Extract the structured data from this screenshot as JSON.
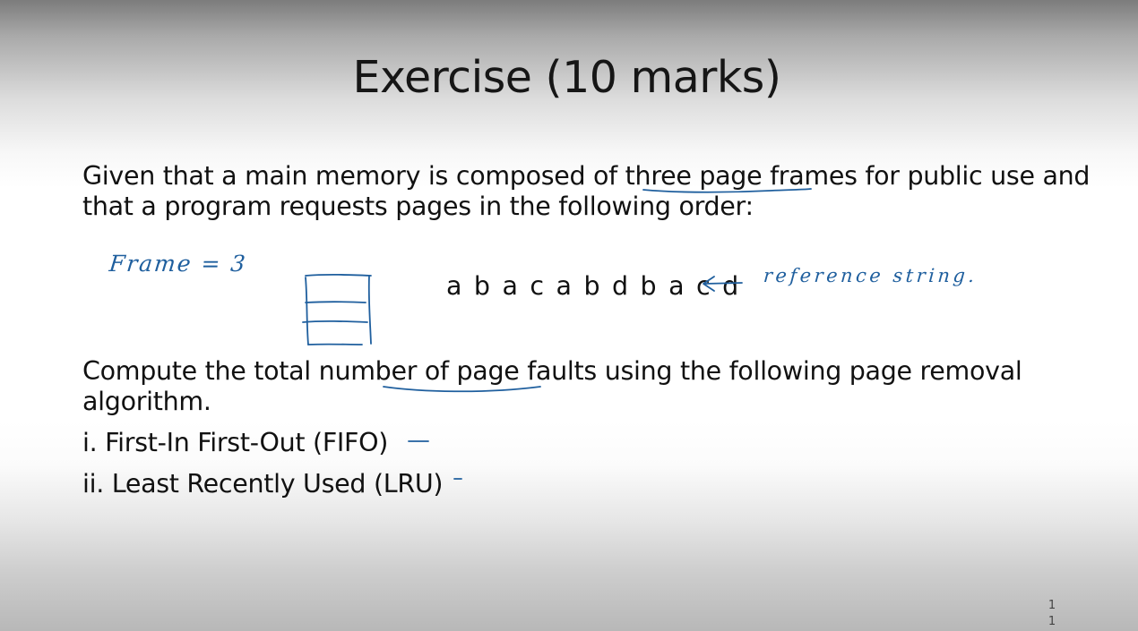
{
  "slide": {
    "title": "Exercise (10 marks)",
    "intro": "Given that a main memory is composed of three page frames for public use and that a program requests pages in the following order:",
    "reference_string": "a b a c a b d b a c d",
    "question": "Compute the total number of page faults using the following page removal algorithm.",
    "algorithms": [
      "i. First-In First-Out (FIFO)",
      "ii. Least Recently Used (LRU)"
    ],
    "slide_number": "11"
  },
  "annotations": {
    "frame_note": "Frame = 3",
    "reference_note": "reference string.",
    "ink_color": "#1f5f9e"
  }
}
